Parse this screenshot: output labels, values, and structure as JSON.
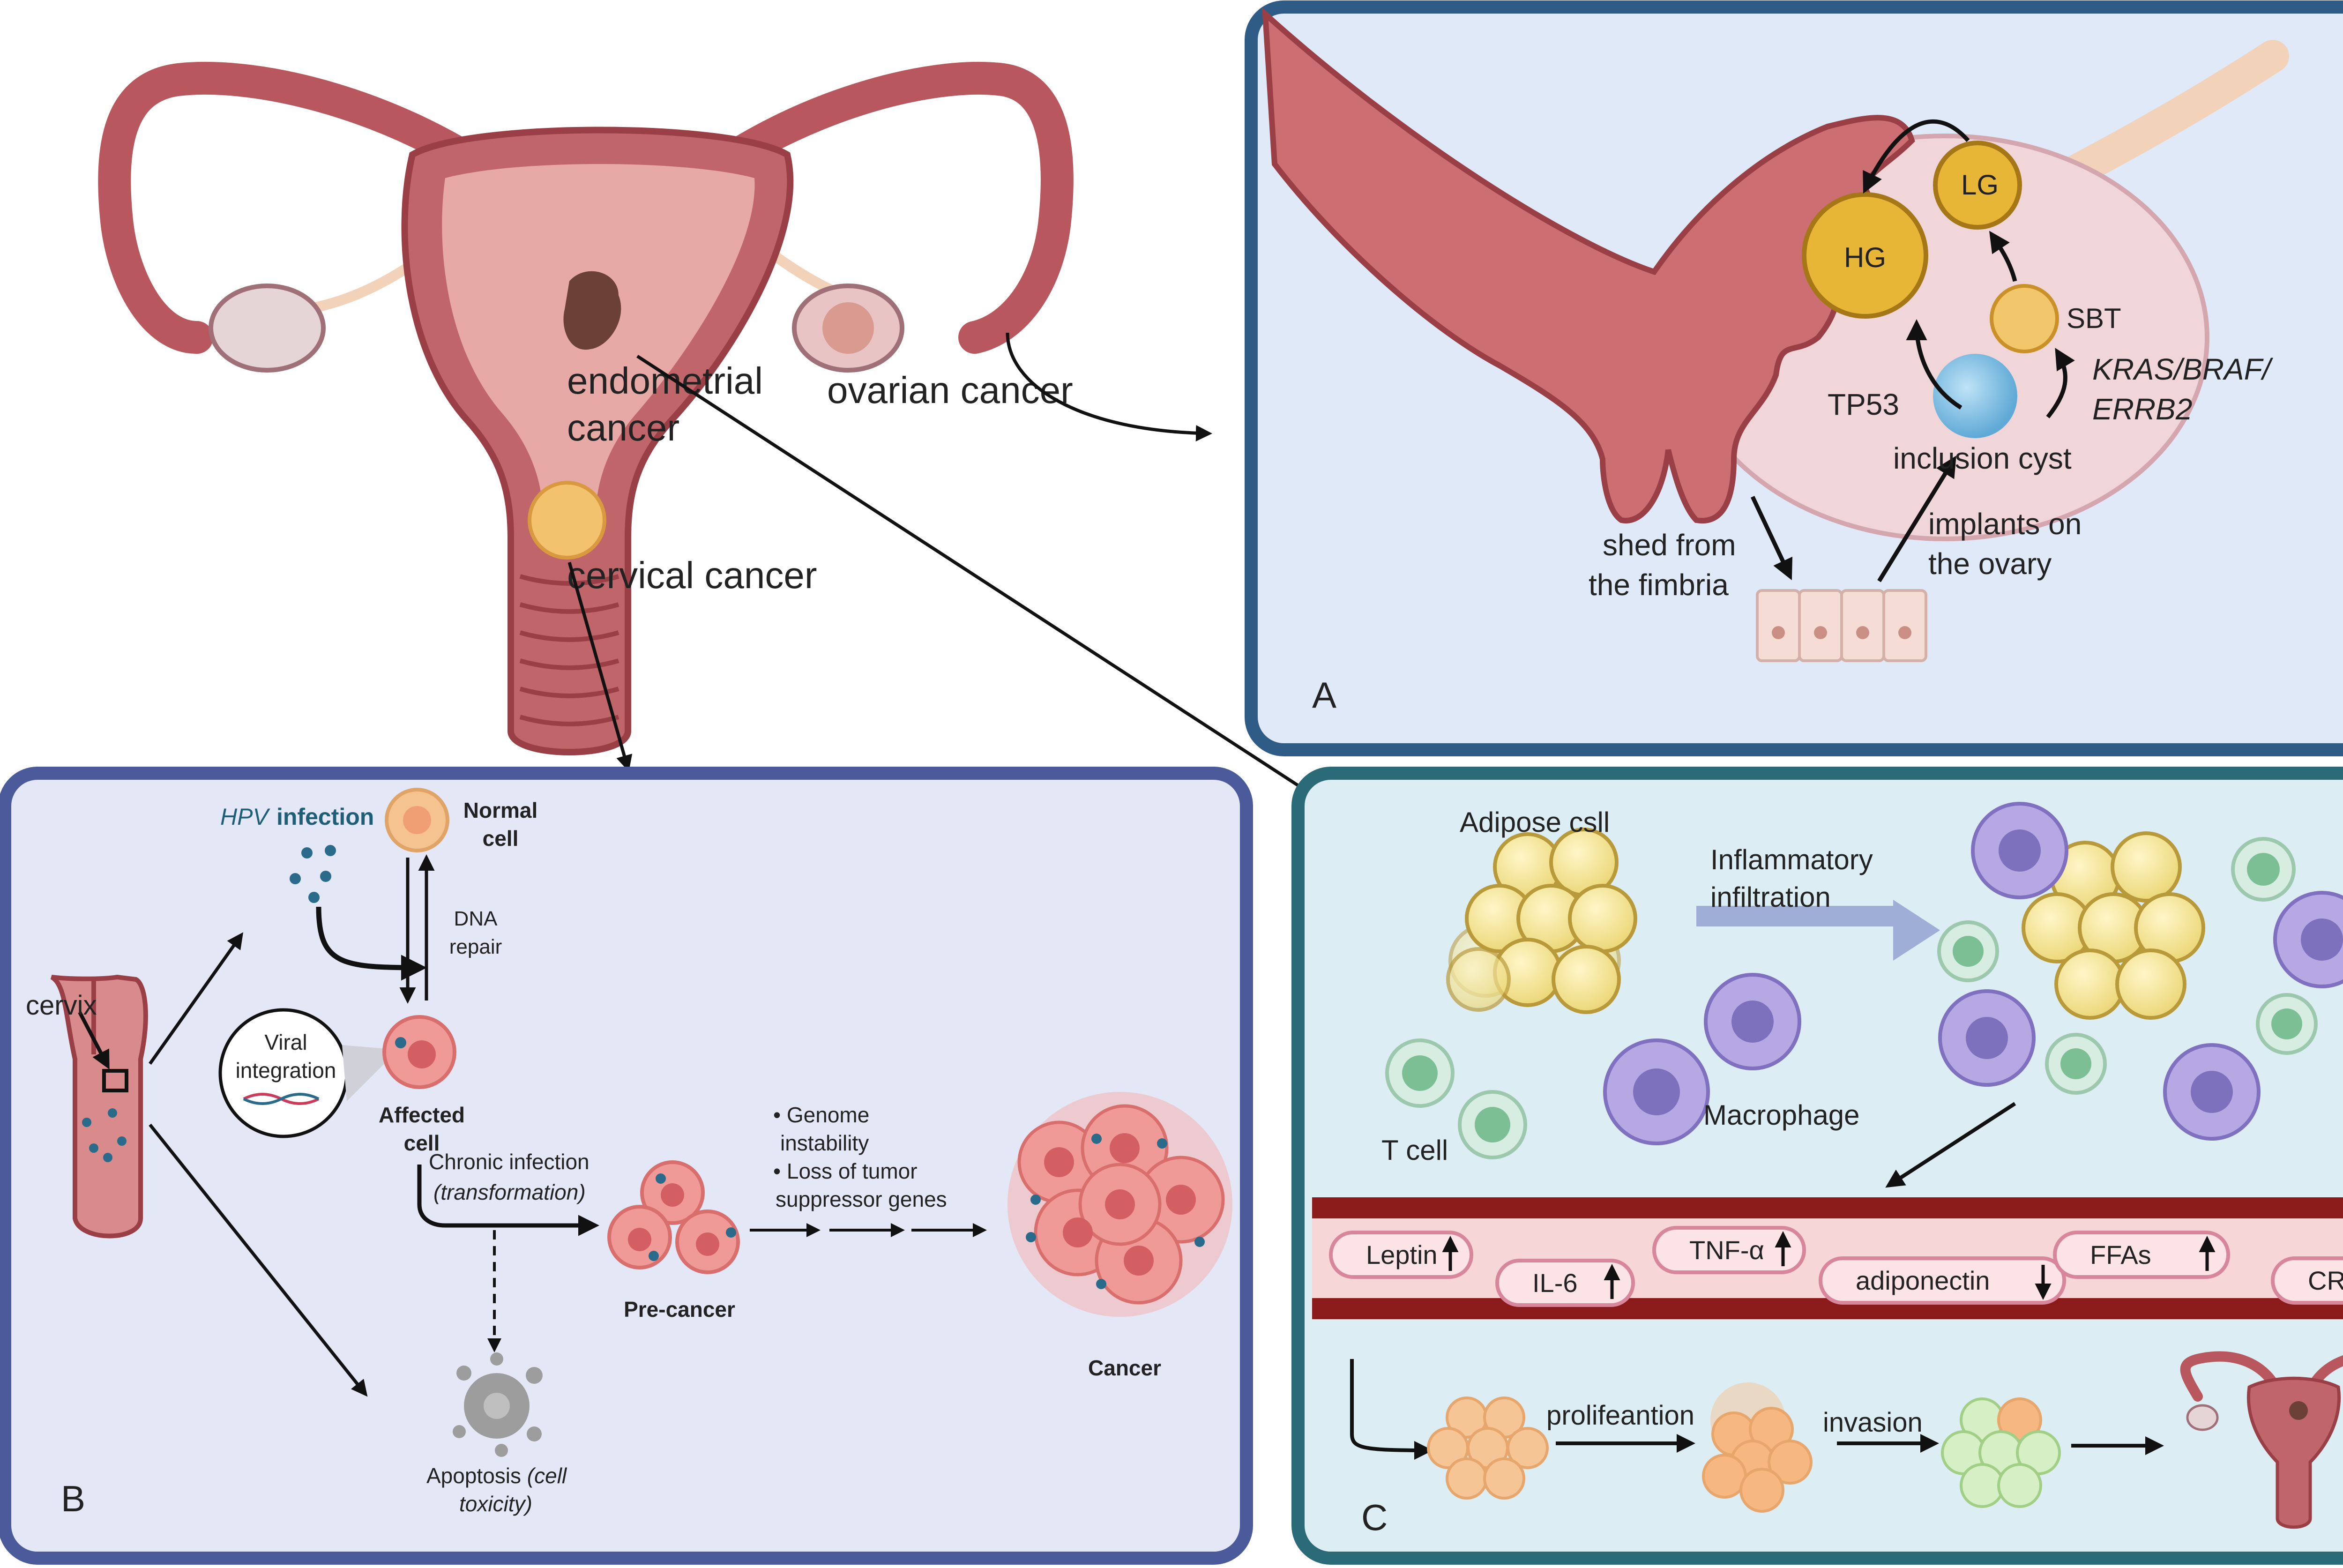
{
  "overview": {
    "endometrial_line1": "endometrial",
    "endometrial_line2": "cancer",
    "ovarian": "ovarian cancer",
    "cervical": "cervical cancer"
  },
  "panel_a": {
    "letter": "A",
    "lg": "LG",
    "hg": "HG",
    "sbt": "SBT",
    "tp53": "TP53",
    "kras_line1": "KRAS/BRAF/",
    "kras_line2": "ERRB2",
    "inclusion_cyst": "inclusion cyst",
    "implants_line1": "implants on",
    "implants_line2": "the ovary",
    "shed_line1": "shed from",
    "shed_line2": "the fimbria"
  },
  "panel_b": {
    "letter": "B",
    "hpv": "HPV",
    "infection": "infection",
    "normal_line1": "Normal",
    "normal_line2": "cell",
    "dna_line1": "DNA",
    "dna_line2": "repair",
    "cervix": "cervix",
    "viral_line1": "Viral",
    "viral_line2": "integration",
    "affected_line1": "Affected",
    "affected_line2": "cell",
    "chronic_line1": "Chronic infection",
    "chronic_line2": "(transformation)",
    "genome_line1": "• Genome",
    "genome_line2": "instability",
    "loss_line1": "• Loss of tumor",
    "loss_line2": "suppressor genes",
    "precancer": "Pre-cancer",
    "cancer": "Cancer",
    "apoptosis_line1_a": "Apoptosis ",
    "apoptosis_line1_b": "(cell",
    "apoptosis_line2": "toxicity)"
  },
  "panel_c": {
    "letter": "C",
    "adipose": "Adipose csll",
    "inflammatory_line1": "Inflammatory",
    "inflammatory_line2": "infiltration",
    "tcell": "T cell",
    "macrophage": "Macrophage",
    "markers": [
      {
        "label": "Leptin",
        "arrow": "up"
      },
      {
        "label": "IL-6",
        "arrow": "up"
      },
      {
        "label": "TNF-α",
        "arrow": "up"
      },
      {
        "label": "adiponectin",
        "arrow": "down"
      },
      {
        "label": "FFAs",
        "arrow": "up"
      },
      {
        "label": "CRP",
        "arrow": "up"
      }
    ],
    "proliferation": "prolifeantion",
    "invasion": "invasion"
  },
  "colors": {
    "panel_a_border": "#2f5c86",
    "panel_a_bg": "#dfe9f7",
    "panel_b_border": "#4a5a9a",
    "panel_b_bg": "#e4e7f6",
    "panel_c_border": "#2b6b78",
    "panel_c_bg": "#dcedf3",
    "uterus": "#b8575d",
    "tumor_yellow": "#e8b636",
    "vessel": "#8b1a1a"
  }
}
